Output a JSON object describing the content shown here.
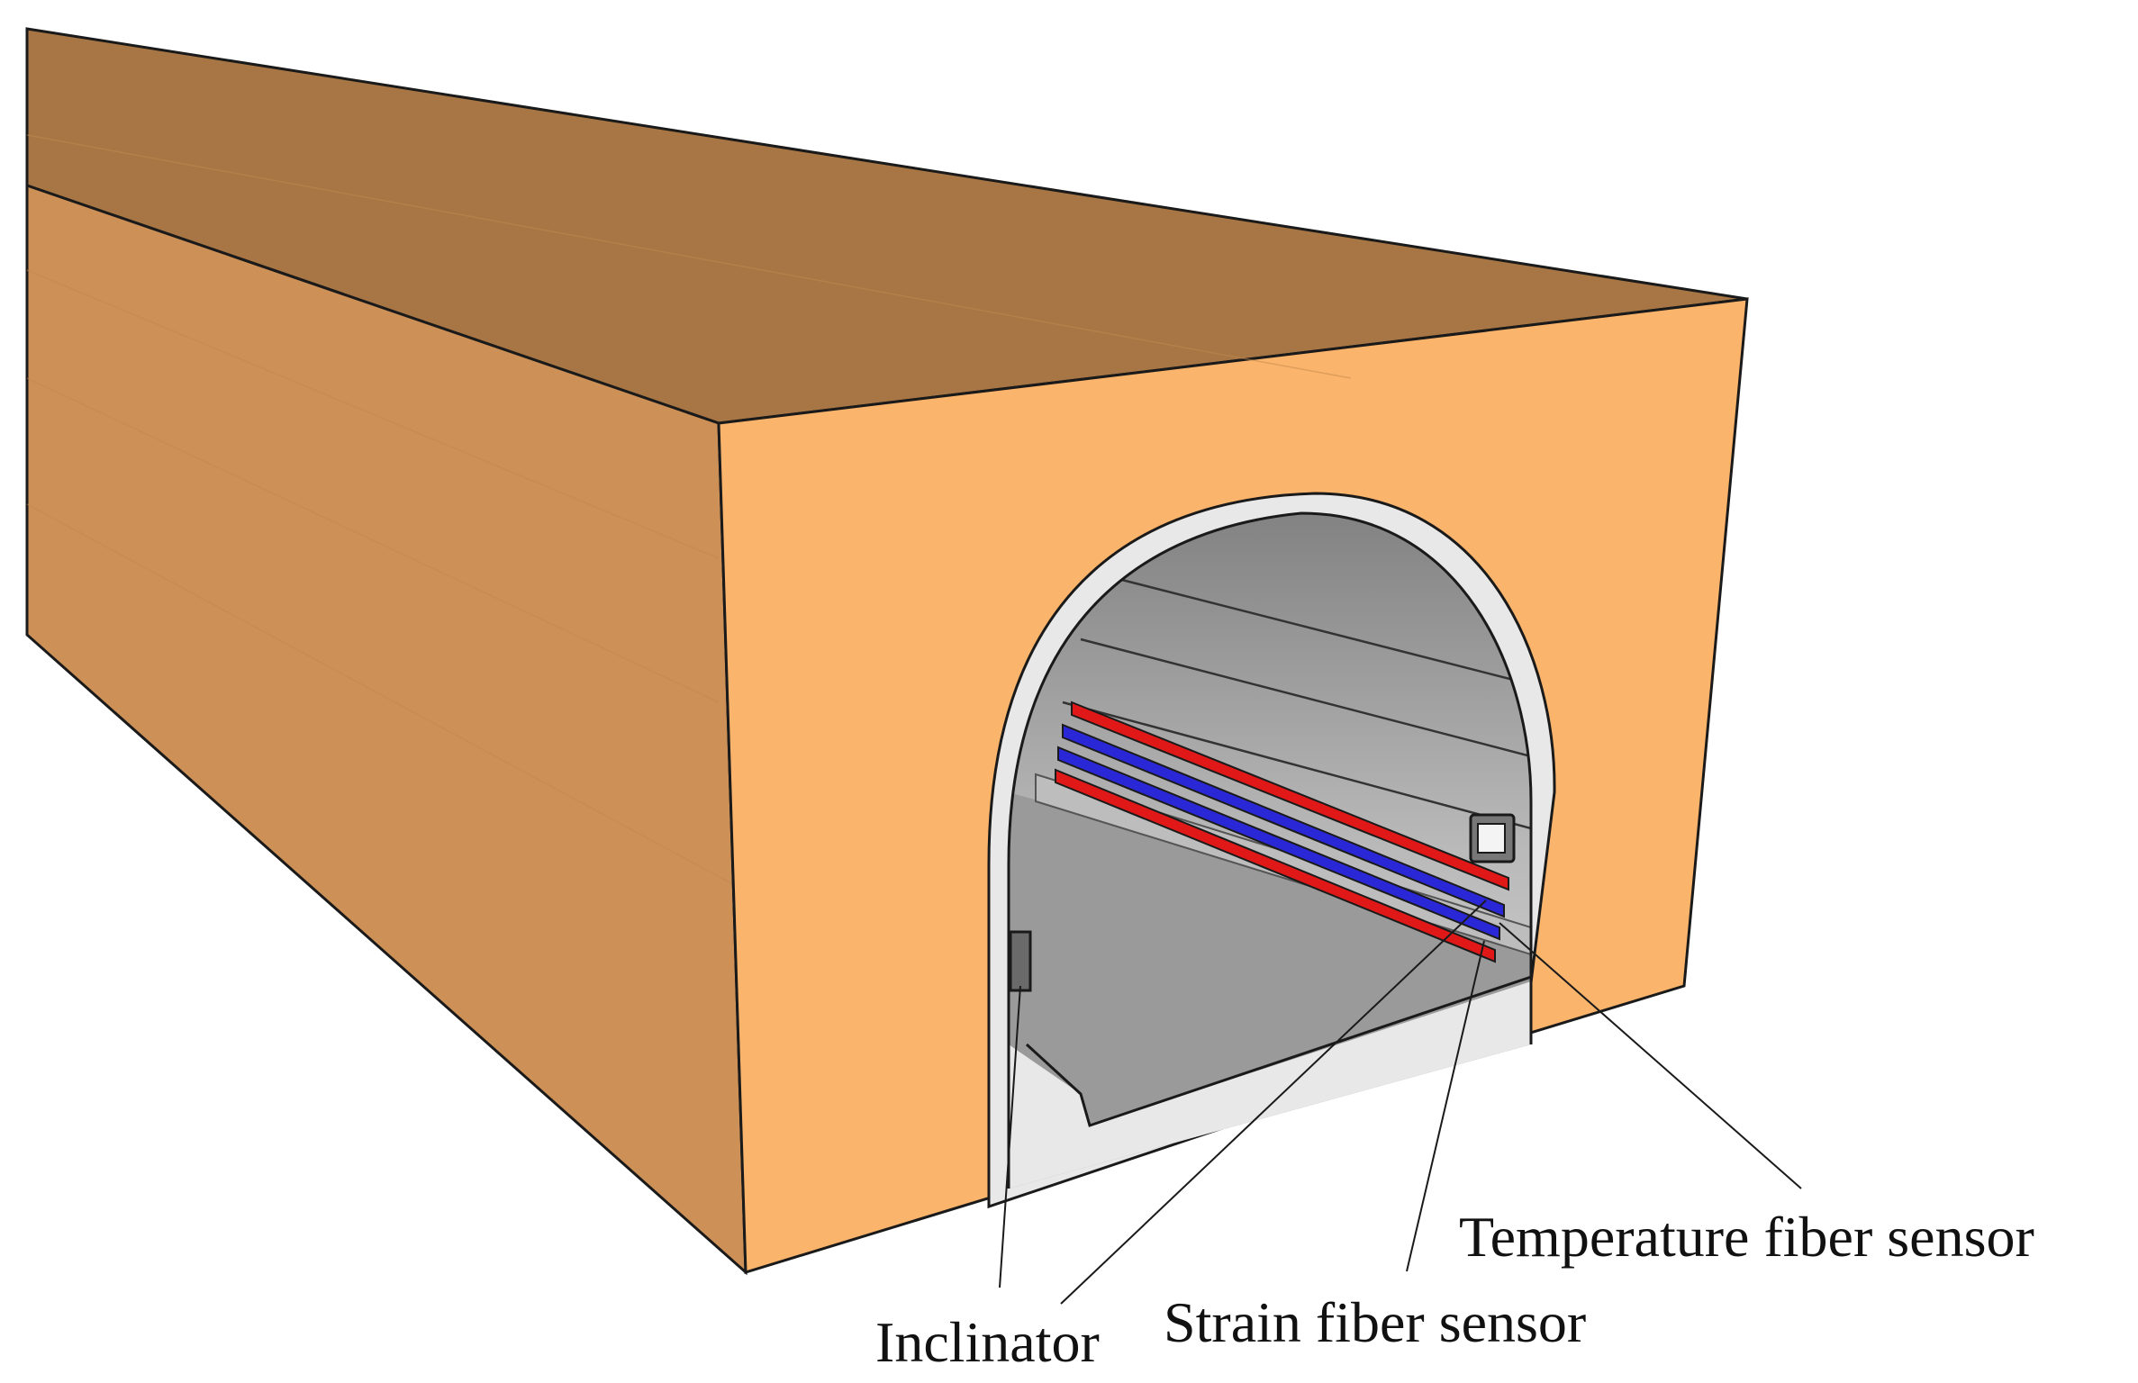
{
  "labels": {
    "temperature": "Temperature fiber sensor",
    "strain": "Strain fiber sensor",
    "inclinator": "Inclinator"
  },
  "colors": {
    "top_face": "#a87644",
    "side_face": "#cd9056",
    "front_face": "#fbb46b",
    "lining": "#e8e8e8",
    "interior_dark": "#8f8f8f",
    "interior_light": "#cfcfcf",
    "floor": "#9a9a9a",
    "temperature_fiber": "#e01818",
    "strain_fiber": "#2a28d6",
    "outline": "#1a1a1a"
  },
  "icons": {
    "inclinator": "inclinator-sensor-icon",
    "box_sensor": "sensor-box-icon"
  }
}
